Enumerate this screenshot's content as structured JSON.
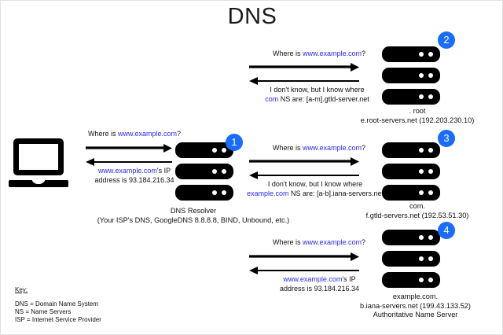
{
  "title": "DNS",
  "colors": {
    "link": "#2b2bf5",
    "badge": "#1a6cfb",
    "text": "#111111",
    "background": "#ffffff"
  },
  "client": {
    "icon": "laptop-icon",
    "query": {
      "prefix": "Where is ",
      "domain": "www.example.com",
      "suffix": "?"
    },
    "answer": {
      "domain": "www.example.com",
      "suffix": "'s IP",
      "line2": "address is 93.184.216.34"
    }
  },
  "resolver": {
    "badge": "1",
    "caption_line1": "DNS Resolver",
    "caption_line2": "(Your ISP's DNS, GoogleDNS 8.8.8.8, BIND, Unbound, etc.)"
  },
  "steps": [
    {
      "badge": "2",
      "query": {
        "prefix": "Where is ",
        "domain": "www.example.com",
        "suffix": "?"
      },
      "answer_line1": "I don't know, but I know where",
      "answer_domain": "com",
      "answer_rest": " NS are: [a-m].gtld-server.net",
      "label_line1": ". root",
      "label_line2": "e.root-servers.net (192.203.230.10)",
      "label_line3": ""
    },
    {
      "badge": "3",
      "query": {
        "prefix": "Where is ",
        "domain": "www.example.com",
        "suffix": "?"
      },
      "answer_line1": "I don't know, but I know where",
      "answer_domain": "example.com",
      "answer_rest": " NS are: [a-b].iana-servers.net",
      "label_line1": "com.",
      "label_line2": "f.gtld-servers.net (192.53.51.30)",
      "label_line3": ""
    },
    {
      "badge": "4",
      "query": {
        "prefix": "Where is ",
        "domain": "www.example.com",
        "suffix": "?"
      },
      "answer_line1": "",
      "answer_domain": "www.example.com",
      "answer_rest": "'s IP",
      "answer_line2": "address is 93.184.216.34",
      "label_line1": "example.com.",
      "label_line2": "b.iana-servers.net (199.43.133.52)",
      "label_line3": "Authoritative Name Server"
    }
  ],
  "key": {
    "header": "Key:",
    "entries": [
      "DNS = Domain Name System",
      "NS = Name Servers",
      "ISP = Internet Service Provider"
    ]
  }
}
